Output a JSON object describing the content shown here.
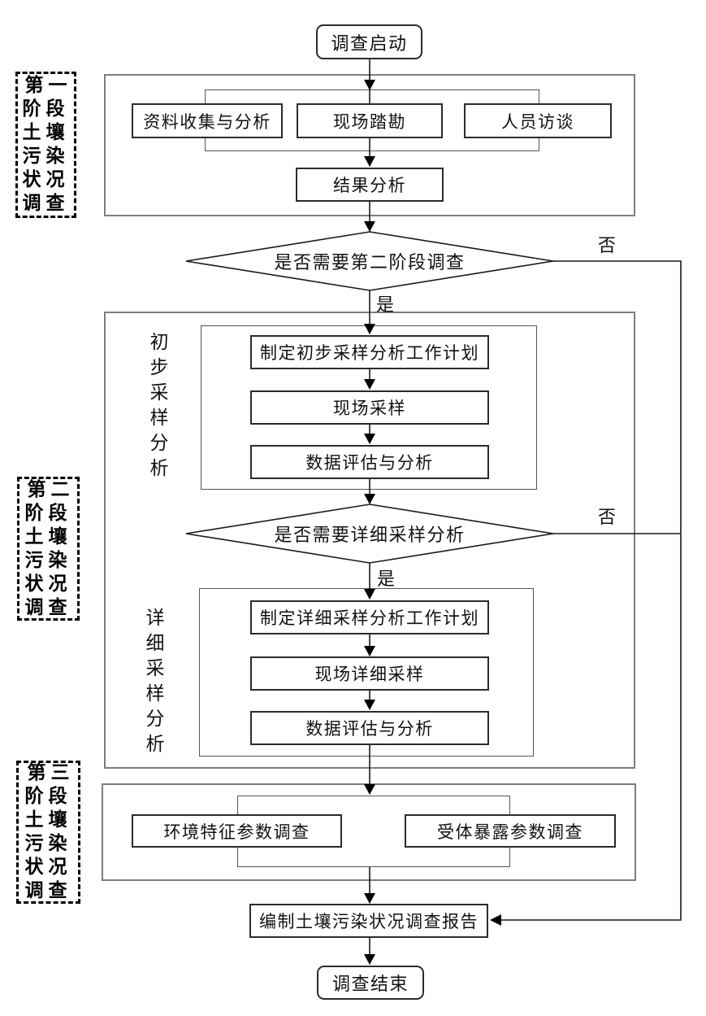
{
  "flow": {
    "start": "调查启动",
    "stage1": {
      "label": "第一\n阶段\n土壤\n污染\n状况\n调查",
      "parallel": [
        "资料收集与分析",
        "现场踏勘",
        "人员访谈"
      ],
      "result": "结果分析"
    },
    "decision1": {
      "label": "是否需要第二阶段调查",
      "yes": "是",
      "no": "否"
    },
    "stage2": {
      "label": "第二\n阶段\n土壤\n污染\n状况\n调查",
      "preliminary": {
        "group_label": "初\n步\n采\n样\n分\n析",
        "steps": [
          "制定初步采样分析工作计划",
          "现场采样",
          "数据评估与分析"
        ]
      },
      "decision2": {
        "label": "是否需要详细采样分析",
        "yes": "是",
        "no": "否"
      },
      "detailed": {
        "group_label": "详\n细\n采\n样\n分\n析",
        "steps": [
          "制定详细采样分析工作计划",
          "现场详细采样",
          "数据评估与分析"
        ]
      }
    },
    "stage3": {
      "label": "第三\n阶段\n土壤\n污染\n状况\n调查",
      "parallel": [
        "环境特征参数调查",
        "受体暴露参数调查"
      ]
    },
    "report": "编制土壤污染状况调查报告",
    "end": "调查结束"
  },
  "colors": {
    "background": "#ffffff",
    "line": "#1a1a1a",
    "box_border": "#2b2b2b",
    "container_border": "#7d7d7d",
    "group_border": "#555555",
    "text": "#111111"
  }
}
